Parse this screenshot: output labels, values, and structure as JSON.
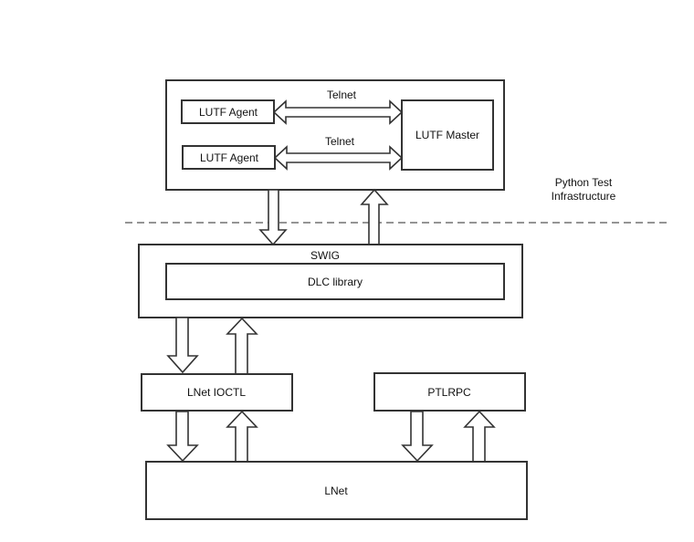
{
  "colors": {
    "stroke": "#333333",
    "fill": "#ffffff",
    "text": "#111111",
    "divider": "#555555"
  },
  "labels": {
    "lutf_agent_1": "LUTF Agent",
    "lutf_agent_2": "LUTF Agent",
    "lutf_master": "LUTF Master",
    "telnet_1": "Telnet",
    "telnet_2": "Telnet",
    "python_line1": "Python Test",
    "python_line2": "Infrastructure",
    "swig": "SWIG",
    "dlc_library": "DLC library",
    "lnet_ioctl": "LNet IOCTL",
    "ptlrpc": "PTLRPC",
    "lnet": "LNet"
  }
}
